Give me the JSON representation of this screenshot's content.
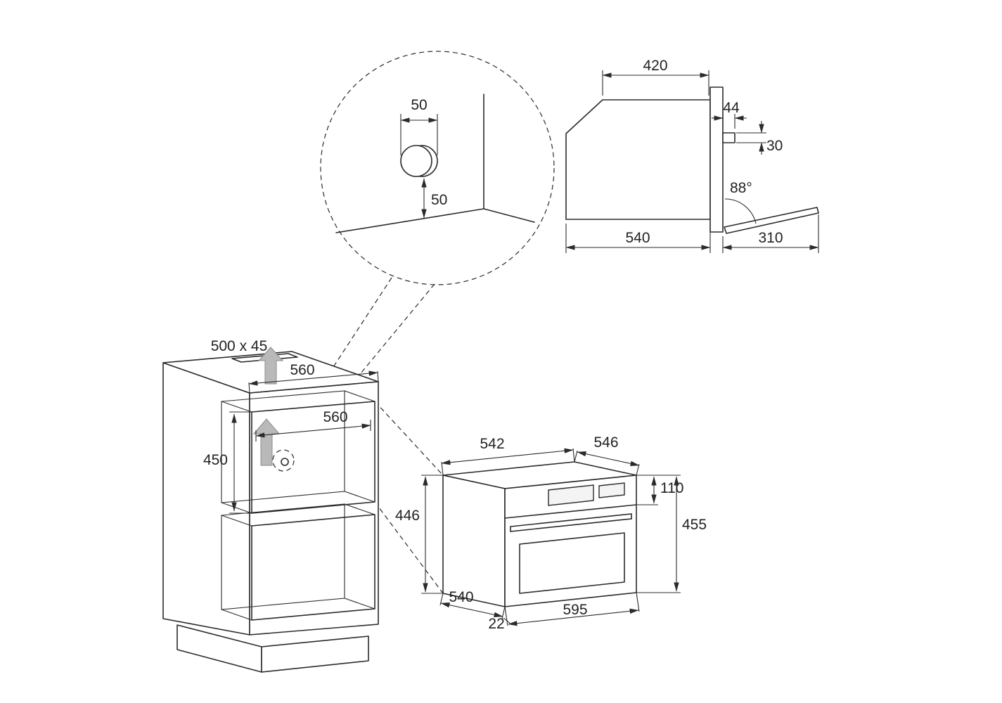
{
  "page": {
    "background": "#ffffff",
    "line_color": "#2b2b2b",
    "arrow_fill_gray": "#b9b9b9"
  },
  "detail_view": {
    "hole_diameter_mm": "50",
    "hole_to_floor_mm": "50"
  },
  "side_view": {
    "top_depth": "420",
    "handle_projection": "44",
    "handle_height": "30",
    "door_open_angle": "88°",
    "body_depth": "540",
    "open_door_projection": "310"
  },
  "cabinet_view": {
    "vent_cutout_size": "500 x 45",
    "top_panel_depth": "560",
    "niche_depth": "560",
    "niche_height": "450"
  },
  "oven_view": {
    "top_width": "542",
    "top_depth": "546",
    "control_panel_height": "110",
    "rear_height": "446",
    "front_height": "455",
    "bottom_depth": "540",
    "fascia_offset": "22",
    "fascia_width": "595"
  }
}
